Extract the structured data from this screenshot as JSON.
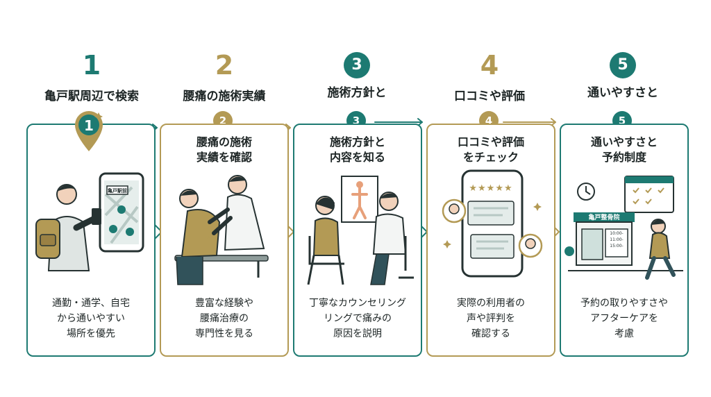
{
  "colors": {
    "teal": "#1d7a72",
    "gold": "#b39a55",
    "ink": "#1c2424"
  },
  "steps": [
    {
      "number": "1",
      "title": "亀戸駅周辺で検索",
      "badge": "1",
      "card_title": [
        "",
        ""
      ],
      "description": [
        "通勤・通学、自宅",
        "から通いやすい",
        "場所を優先"
      ],
      "map_label": "亀戸駅前",
      "icon": "map-search-icon"
    },
    {
      "number": "2",
      "title": "腰痛の施術実績",
      "badge": "2",
      "card_title": [
        "腰痛の施術",
        "実績を確認"
      ],
      "description": [
        "豊富な経験や",
        "腰痛治療の",
        "専門性を見る"
      ],
      "icon": "treatment-icon"
    },
    {
      "number": "3",
      "title": "施術方針と",
      "badge": "3",
      "card_title": [
        "施術方針と",
        "内容を知る"
      ],
      "description": [
        "丁寧なカウンセリング",
        "リングで痛みの",
        "原因を説明"
      ],
      "icon": "counseling-icon"
    },
    {
      "number": "4",
      "title": "口コミや評価",
      "badge": "4",
      "card_title": [
        "口コミや評価",
        "をチェック"
      ],
      "description": [
        "実際の利用者の",
        "声や評判を",
        "確認する"
      ],
      "rating": "★★★★★",
      "icon": "review-phone-icon"
    },
    {
      "number": "5",
      "title": "通いやすさと",
      "badge": "5",
      "card_title": [
        "通いやすさと",
        "予約制度"
      ],
      "description": [
        "予約の取りやすさや",
        "アフターケアを",
        "考慮"
      ],
      "clinic_sign": "亀戸整骨院",
      "hours": [
        "10:00-",
        "11:00-",
        "15:00-"
      ],
      "icon": "clinic-calendar-icon"
    }
  ]
}
